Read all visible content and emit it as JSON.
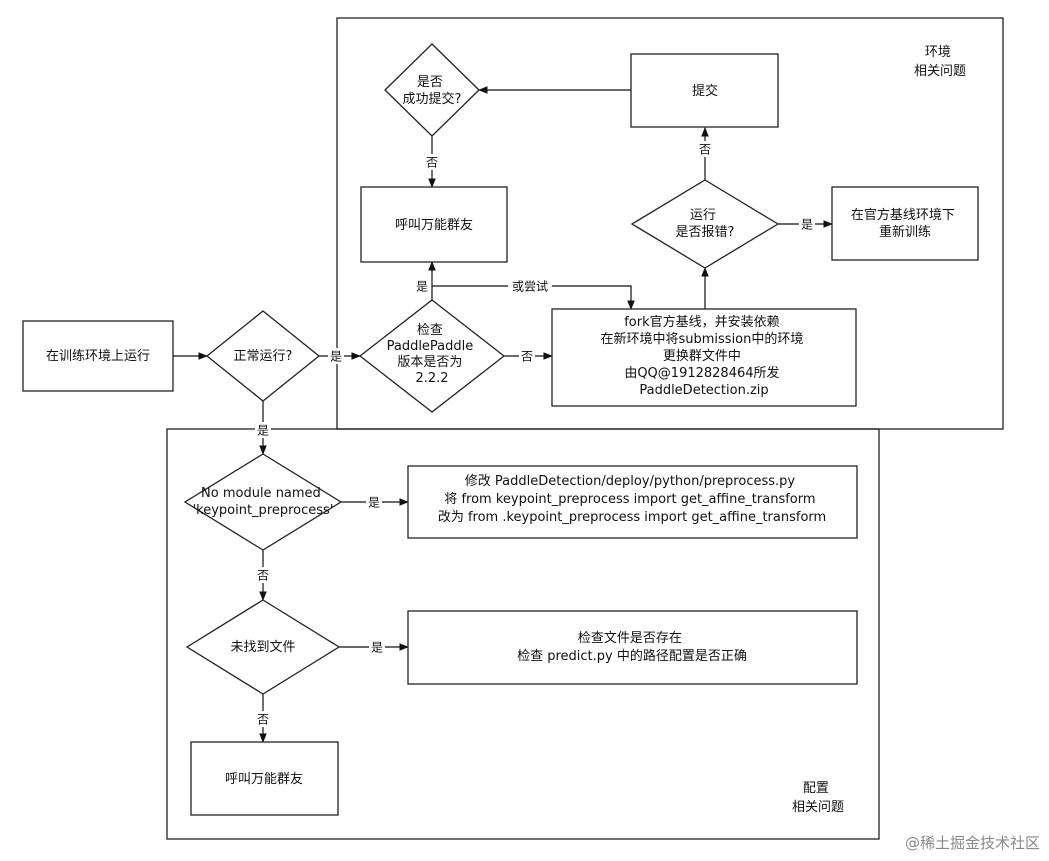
{
  "regions": {
    "env": {
      "label": [
        "环境",
        "相关问题"
      ]
    },
    "config": {
      "label": [
        "配置",
        "相关问题"
      ]
    }
  },
  "nodes": {
    "start": {
      "lines": [
        "在训练环境上运行"
      ]
    },
    "normal_run": {
      "lines": [
        "正常运行?"
      ]
    },
    "check_paddle": {
      "lines": [
        "检查",
        "PaddlePaddle",
        "版本是否为",
        "2.2.2"
      ]
    },
    "fork_env": {
      "lines": [
        "fork官方基线，并安装依赖",
        "在新环境中将submission中的环境",
        "更换群文件中",
        "由QQ@1912828464所发",
        "PaddleDetection.zip"
      ]
    },
    "run_error": {
      "lines": [
        "运行",
        "是否报错?"
      ]
    },
    "retrain": {
      "lines": [
        "在官方基线环境下",
        "重新训练"
      ]
    },
    "submit": {
      "lines": [
        "提交"
      ]
    },
    "submit_ok": {
      "lines": [
        "是否",
        "成功提交?"
      ]
    },
    "call_friends_env": {
      "lines": [
        "呼叫万能群友"
      ]
    },
    "no_module": {
      "lines": [
        "No module named",
        "'keypoint_preprocess'"
      ]
    },
    "fix_import": {
      "lines": [
        "修改 PaddleDetection/deploy/python/preprocess.py",
        "将 from keypoint_preprocess import get_affine_transform",
        "改为 from .keypoint_preprocess import get_affine_transform"
      ]
    },
    "file_not_found": {
      "lines": [
        "未找到文件"
      ]
    },
    "check_file": {
      "lines": [
        "检查文件是否存在",
        "检查 predict.py 中的路径配置是否正确"
      ]
    },
    "call_friends_cfg": {
      "lines": [
        "呼叫万能群友"
      ]
    }
  },
  "edge_labels": {
    "normal_yes_right": "是",
    "normal_yes_down": "是",
    "paddle_no": "否",
    "paddle_yes": "是",
    "try_alt": "或尝试",
    "error_yes": "是",
    "error_no": "否",
    "submit_no": "否",
    "module_yes": "是",
    "module_no": "否",
    "file_yes": "是",
    "file_no": "否"
  },
  "watermark": "@稀土掘金技术社区"
}
